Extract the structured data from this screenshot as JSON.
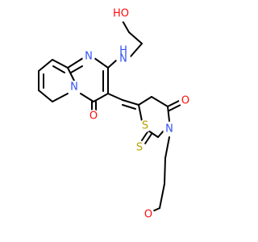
{
  "structure": {
    "atoms": [
      {
        "id": "OH",
        "label": "HO",
        "color": "#ff0d0d"
      },
      {
        "id": "NH",
        "label": "H",
        "color": "#3050f8",
        "sub": "N"
      },
      {
        "id": "N_top",
        "label": "N",
        "color": "#3050f8"
      },
      {
        "id": "N_mid",
        "label": "N",
        "color": "#3050f8"
      },
      {
        "id": "O_carb1",
        "label": "O",
        "color": "#ff0d0d"
      },
      {
        "id": "O_carb2",
        "label": "O",
        "color": "#ff0d0d"
      },
      {
        "id": "S_ring",
        "label": "S",
        "color": "#b8a000"
      },
      {
        "id": "S_thione",
        "label": "S",
        "color": "#b8a000"
      },
      {
        "id": "N_thz",
        "label": "N",
        "color": "#3050f8"
      },
      {
        "id": "O_methoxy",
        "label": "O",
        "color": "#ff0d0d"
      }
    ]
  }
}
